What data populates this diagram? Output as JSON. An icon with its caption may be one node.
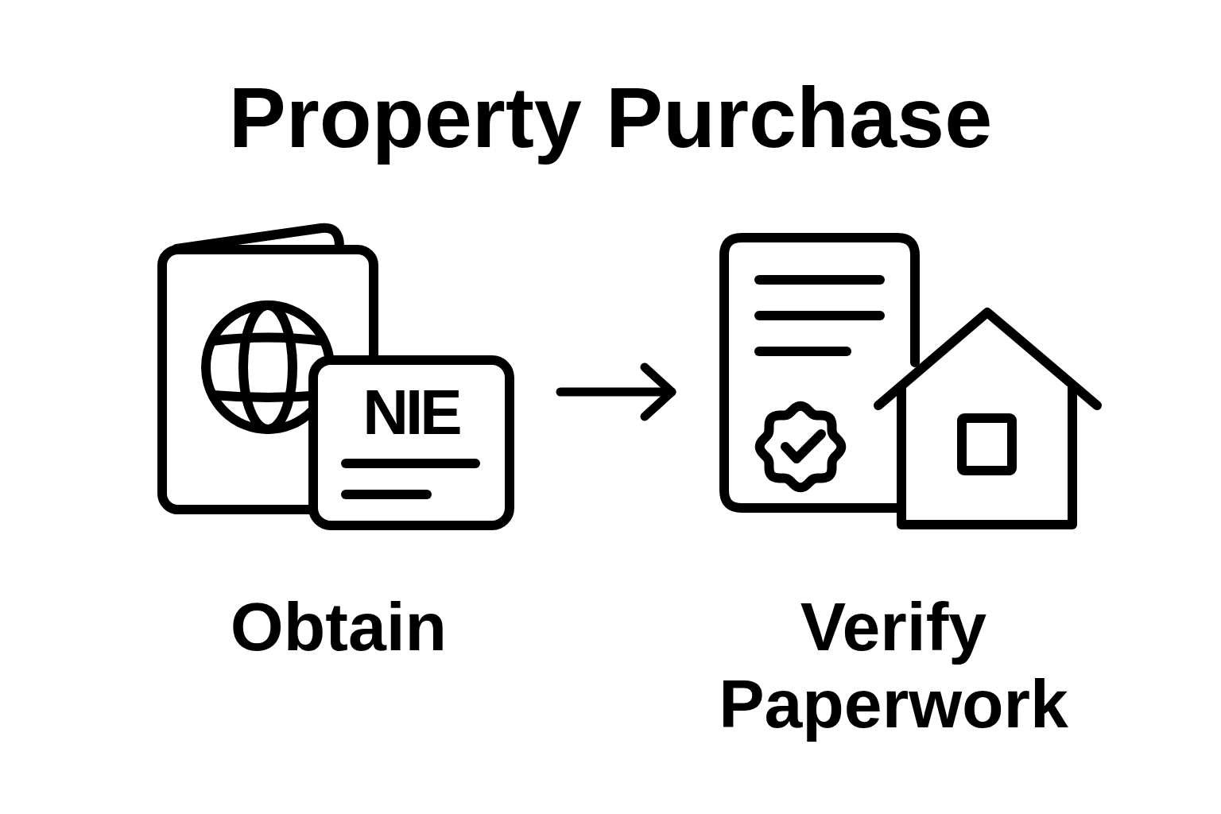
{
  "diagram": {
    "title": "Property Purchase",
    "nodes": [
      {
        "text": [
          "NIE"
        ],
        "beside": [
          "Obtain"
        ]
      },
      {
        "text": [],
        "shape": "picture",
        "beside": [
          "Verify Paperwork"
        ]
      }
    ],
    "edges": [
      {
        "from": 0,
        "to": 1,
        "arrow": "to"
      }
    ]
  }
}
